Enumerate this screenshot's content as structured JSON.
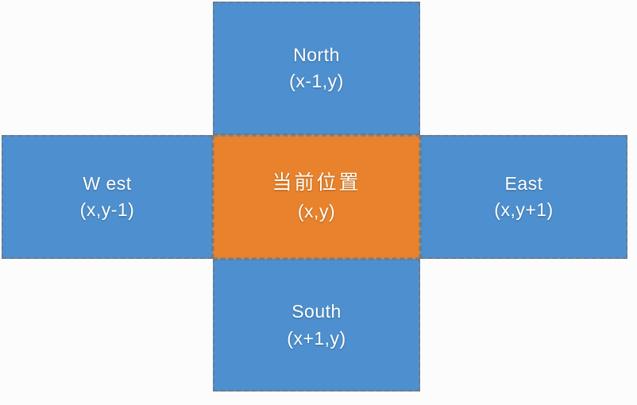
{
  "diagram": {
    "title": "Grid neighbour directions around current position",
    "background_color": "#fcfcfd",
    "colors": {
      "neighbor_fill": "#4e90cf",
      "current_fill": "#e8822c",
      "border": "#6e7a86",
      "text": "#ffffff"
    },
    "cells": {
      "north": {
        "label": "North",
        "coord": "(x-1,y)",
        "role": "neighbor",
        "color": "#4e90cf"
      },
      "west": {
        "label": "W est",
        "coord": "(x,y-1)",
        "role": "neighbor",
        "color": "#4e90cf"
      },
      "center": {
        "label": "当前位置",
        "coord": "(x,y)",
        "role": "current",
        "color": "#e8822c"
      },
      "east": {
        "label": "East",
        "coord": "(x,y+1)",
        "role": "neighbor",
        "color": "#4e90cf"
      },
      "south": {
        "label": "South",
        "coord": "(x+1,y)",
        "role": "neighbor",
        "color": "#4e90cf"
      }
    }
  }
}
